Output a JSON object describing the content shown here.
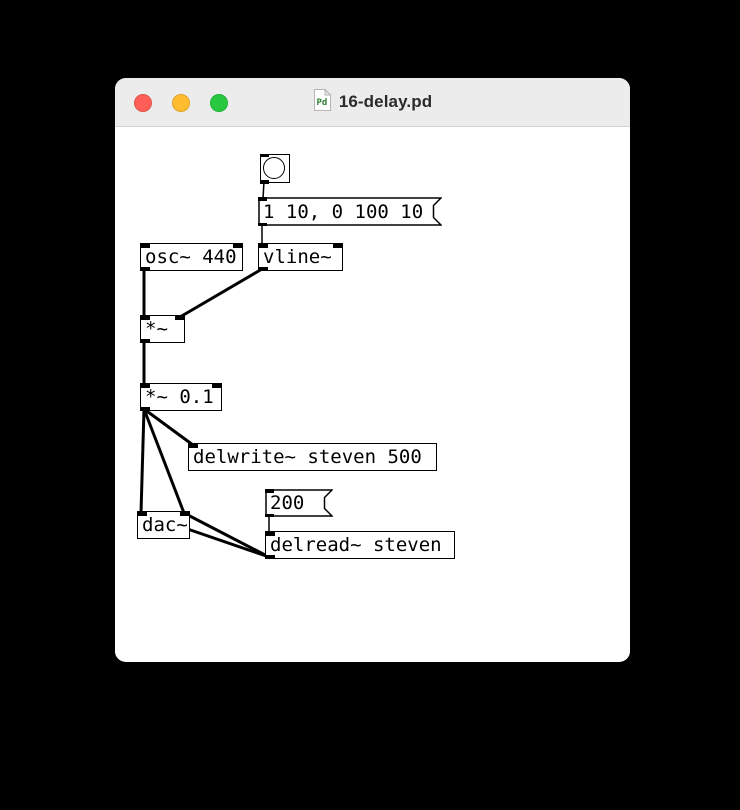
{
  "window": {
    "title": "16-delay.pd",
    "icon": "pd-document-icon",
    "icon_label": "Pd",
    "controls": {
      "close_color": "#ff5f57",
      "minimize_color": "#febc2e",
      "zoom_color": "#28c840"
    }
  },
  "patch": {
    "nodes": {
      "bang": {
        "type": "bang",
        "text": ""
      },
      "msg_ramp": {
        "type": "message",
        "text": "1 10, 0 100 10"
      },
      "osc": {
        "type": "object",
        "text": "osc~ 440"
      },
      "vline": {
        "type": "object",
        "text": "vline~"
      },
      "mul": {
        "type": "object",
        "text": "*~"
      },
      "mul_gain": {
        "type": "object",
        "text": "*~ 0.1"
      },
      "delwrite": {
        "type": "object",
        "text": "delwrite~ steven 500"
      },
      "msg_delay_time": {
        "type": "message",
        "text": "200"
      },
      "dac": {
        "type": "object",
        "text": "dac~"
      },
      "delread": {
        "type": "object",
        "text": "delread~ steven"
      }
    },
    "connections": [
      {
        "from": "bang",
        "to": "msg_ramp",
        "kind": "control"
      },
      {
        "from": "msg_ramp",
        "to": "vline",
        "kind": "control"
      },
      {
        "from": "osc",
        "to": "mul.left-inlet",
        "kind": "signal"
      },
      {
        "from": "vline",
        "to": "mul.right-inlet",
        "kind": "signal"
      },
      {
        "from": "mul",
        "to": "mul_gain.left-inlet",
        "kind": "signal"
      },
      {
        "from": "mul_gain",
        "to": "delwrite",
        "kind": "signal"
      },
      {
        "from": "mul_gain",
        "to": "dac.left-inlet",
        "kind": "signal"
      },
      {
        "from": "mul_gain",
        "to": "dac.right-inlet",
        "kind": "signal"
      },
      {
        "from": "msg_delay_time",
        "to": "delread",
        "kind": "control"
      },
      {
        "from": "delread",
        "to": "dac.left-inlet",
        "kind": "signal"
      },
      {
        "from": "delread",
        "to": "dac.right-inlet",
        "kind": "signal"
      }
    ]
  }
}
